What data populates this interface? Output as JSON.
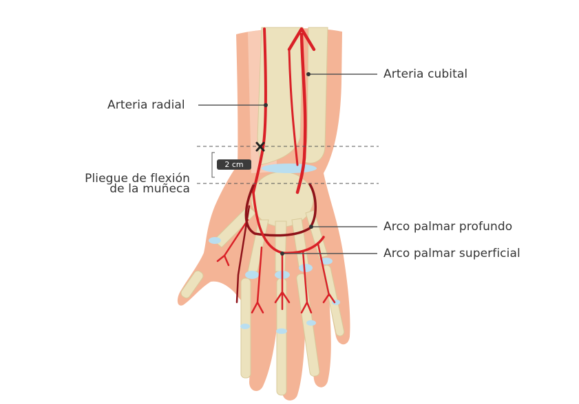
{
  "labels": {
    "ulnar_artery": "Arteria cubital",
    "radial_artery": "Arteria radial",
    "wrist_crease_line1": "Pliegue de flexión",
    "wrist_crease_line2": "de la muñeca",
    "deep_palmar_arch": "Arco palmar profundo",
    "superficial_palmar_arch": "Arco palmar superficial",
    "distance": "2 cm"
  },
  "colors": {
    "skin": "#f4b496",
    "skin_light": "#f9d3bf",
    "bone": "#ece2bd",
    "cartilage": "#b9def0",
    "artery": "#d92027",
    "artery_dark": "#8e1219",
    "leader": "#555555",
    "text": "#333333"
  },
  "marker_icon": "x-mark-icon"
}
